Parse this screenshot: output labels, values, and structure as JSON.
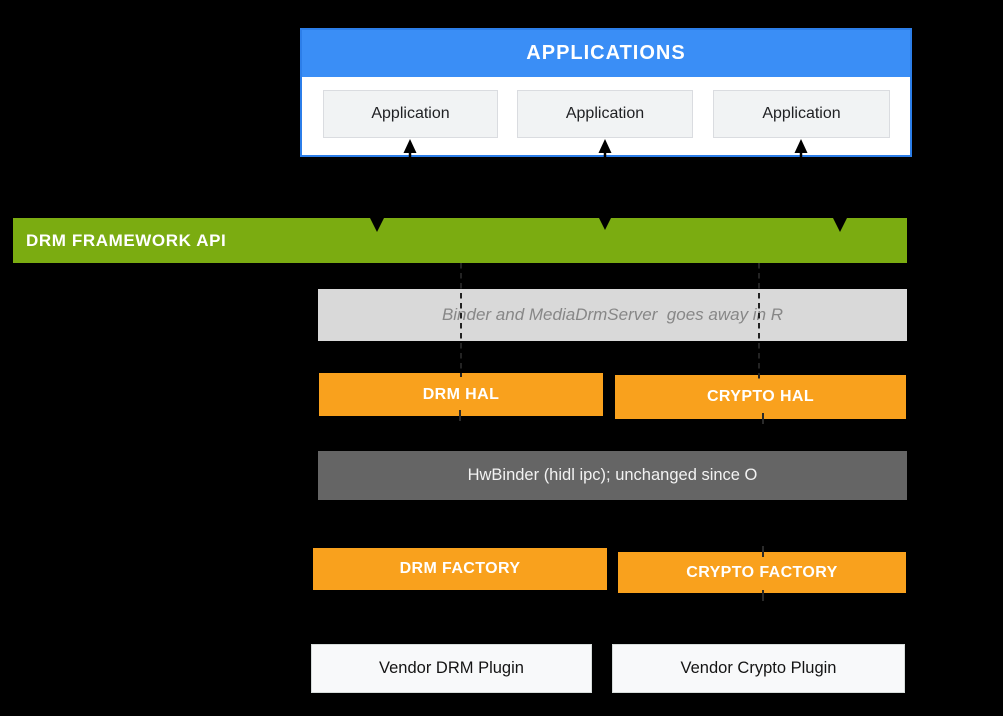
{
  "palette": {
    "background": "#000000",
    "applications_blue": "#3a8ef6",
    "framework_green": "#7bac11",
    "hal_orange": "#f9a11d",
    "hwbinder_gray": "#656565",
    "note_gray": "#d9d9d9",
    "app_box_fill": "#f1f3f4",
    "vendor_box_fill": "#f8f9fa"
  },
  "applications_panel": {
    "header": "APPLICATIONS",
    "apps": [
      "Application",
      "Application",
      "Application"
    ]
  },
  "framework_bar": {
    "label": "DRM FRAMEWORK API"
  },
  "binder_note": {
    "label": "Binder and MediaDrmServer  goes away in R"
  },
  "hal_row": {
    "drm": "DRM HAL",
    "crypto": "CRYPTO HAL"
  },
  "hwbinder_bar": {
    "label": "HwBinder (hidl ipc); unchanged since O"
  },
  "factory_row": {
    "drm": "DRM FACTORY",
    "crypto": "CRYPTO FACTORY"
  },
  "plugin_row": {
    "drm": "Vendor DRM Plugin",
    "crypto": "Vendor Crypto Plugin"
  }
}
